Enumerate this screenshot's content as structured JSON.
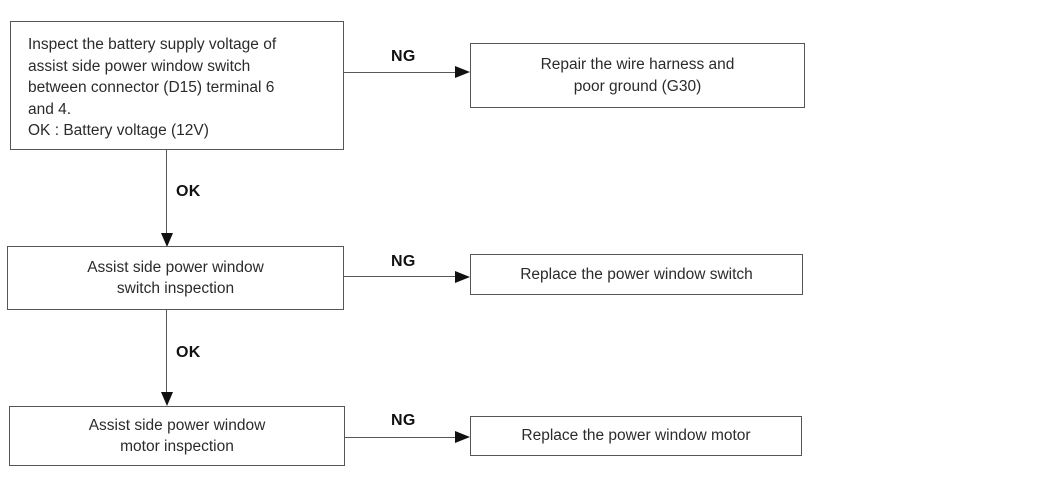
{
  "flowchart": {
    "nodes": {
      "inspect_voltage": "Inspect the battery supply voltage of\nassist side power window switch\nbetween connector (D15) terminal 6\nand 4.\nOK : Battery voltage (12V)",
      "repair_harness": "Repair the wire harness and\npoor ground (G30)",
      "switch_inspection": "Assist side power window\nswitch inspection",
      "replace_switch": "Replace the power window switch",
      "motor_inspection": "Assist side power window\nmotor inspection",
      "replace_motor": "Replace the power window motor"
    },
    "edges": [
      {
        "from": "inspect_voltage",
        "to": "repair_harness",
        "label": "NG"
      },
      {
        "from": "inspect_voltage",
        "to": "switch_inspection",
        "label": "OK"
      },
      {
        "from": "switch_inspection",
        "to": "replace_switch",
        "label": "NG"
      },
      {
        "from": "switch_inspection",
        "to": "motor_inspection",
        "label": "OK"
      },
      {
        "from": "motor_inspection",
        "to": "replace_motor",
        "label": "NG"
      }
    ],
    "colors": {
      "background": "#ffffff",
      "box_border": "#55565a",
      "connector_line": "#58585a",
      "arrowhead": "#111111",
      "text": "#2b2b2b",
      "edge_label_text": "#111111"
    }
  }
}
